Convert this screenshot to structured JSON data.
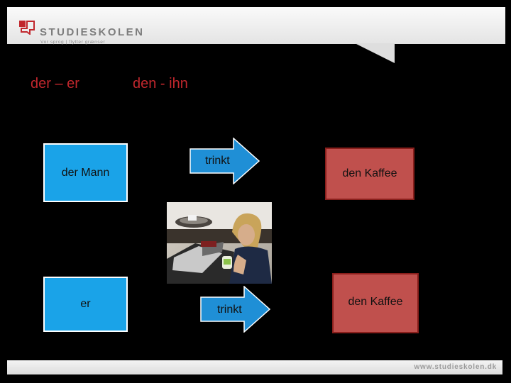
{
  "header": {
    "logo_name": "STUDIESKOLEN",
    "tagline": "Vor sprog | flytter grænser"
  },
  "headings": {
    "left": "der – er",
    "right": "den - ihn"
  },
  "boxes": {
    "der_mann": "der Mann",
    "er": "er",
    "den_kaffee_1": "den Kaffee",
    "den_kaffee_2": "den Kaffee"
  },
  "arrows": {
    "top": "trinkt",
    "bottom": "trinkt"
  },
  "footer": {
    "url": "www.studieskolen.dk"
  },
  "colors": {
    "heading": "#c1272d",
    "blue_box": "#1aa3e8",
    "red_box": "#c0504d",
    "arrow": "#1f8fd6"
  }
}
